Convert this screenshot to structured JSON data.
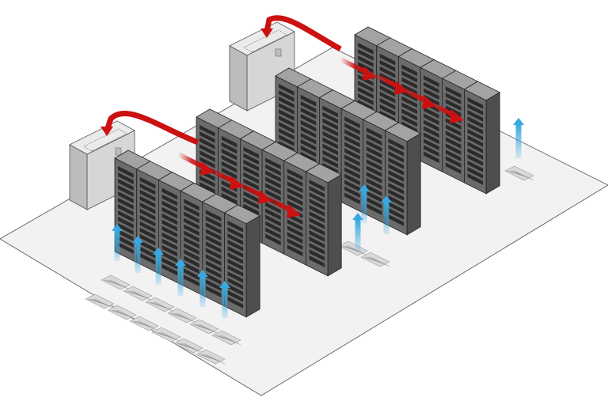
{
  "diagram": {
    "colors": {
      "background": "#ffffff",
      "floor": "#f2f2f2",
      "floor_edge": "#6a6a6a",
      "rack_front": "#6b6b6b",
      "rack_side": "#4e4e4e",
      "rack_top": "#a3a3a3",
      "rack_edge": "#222222",
      "server_slot": "#2a2a2a",
      "crac_front": "#d6d6d6",
      "crac_side": "#bcbcbc",
      "crac_top": "#ebebeb",
      "hot_air": "#cc1111",
      "cold_air": "#3aa8e0",
      "vent_tile": "#9a9a9a"
    },
    "row_racks": [
      6,
      6,
      6,
      6
    ],
    "cooling_units": 2,
    "hot_airflow_arrows": 8,
    "cold_airflow_arrows": 10
  }
}
